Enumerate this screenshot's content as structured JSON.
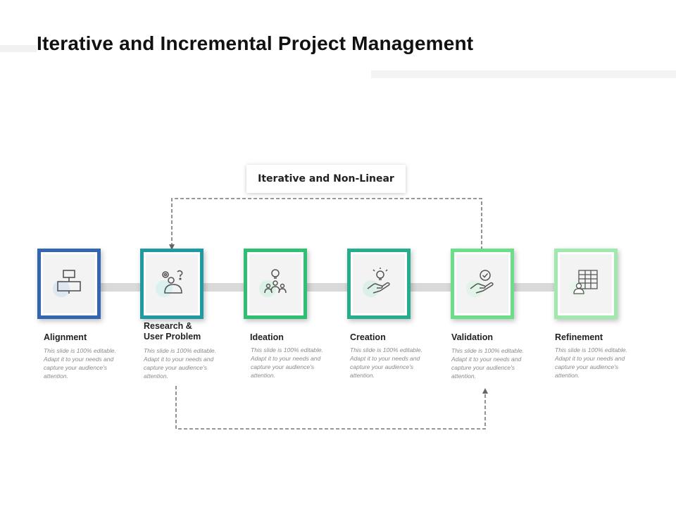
{
  "title": "Iterative and Incremental Project Management",
  "loop_label": "Iterative and Non-Linear",
  "steps": [
    {
      "name": "Alignment",
      "desc": "This slide is 100% editable. Adapt it to your needs and capture your audience's attention.",
      "color": "#3366b0",
      "blob": "#c9dcef",
      "icon": "flowchart-icon"
    },
    {
      "name": "Research & User Problem",
      "desc": "This slide is 100% editable. Adapt it to your needs and capture your audience's attention.",
      "color": "#1f9aa3",
      "blob": "#c4ecee",
      "icon": "research-gears-icon"
    },
    {
      "name": "Ideation",
      "desc": "This slide is 100% editable. Adapt it to your needs and capture your audience's attention.",
      "color": "#2fbf73",
      "blob": "#c8efd8",
      "icon": "idea-team-icon"
    },
    {
      "name": "Creation",
      "desc": "This slide is 100% editable. Adapt it to your needs and capture your audience's attention.",
      "color": "#25ad8d",
      "blob": "#c6ecdf",
      "icon": "hand-bulb-icon"
    },
    {
      "name": "Validation",
      "desc": "This slide is 100% editable. Adapt it to your needs and capture your audience's attention.",
      "color": "#6cde8a",
      "blob": "#d3f3dd",
      "icon": "hand-check-icon"
    },
    {
      "name": "Refinement",
      "desc": "This slide is 100% editable. Adapt it to your needs and capture your audience's attention.",
      "color": "#9ee9ab",
      "blob": "#dcf6e2",
      "icon": "calendar-person-icon"
    }
  ]
}
